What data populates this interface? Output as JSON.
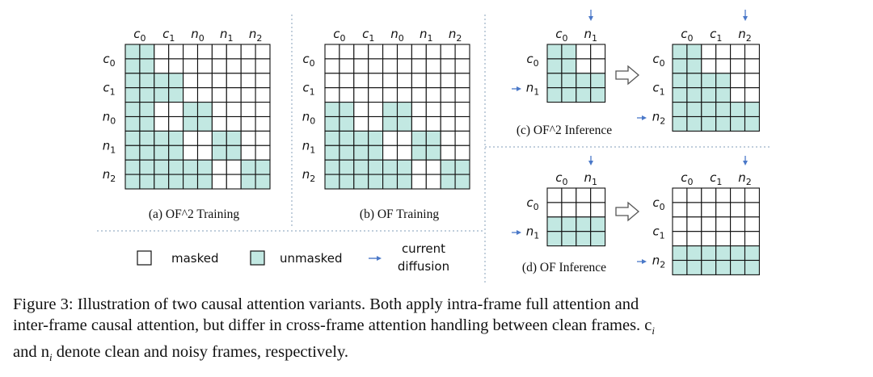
{
  "colors": {
    "unmasked": "#c2e8e2",
    "masked": "#ffffff",
    "grid_line": "#111111",
    "divider": "#9bb0c6",
    "arrow": "#4a78c8"
  },
  "labels": {
    "c0": "c",
    "c0_sub": "0",
    "c1": "c",
    "c1_sub": "1",
    "n0": "n",
    "n0_sub": "0",
    "n1": "n",
    "n1_sub": "1",
    "n2": "n",
    "n2_sub": "2"
  },
  "panels": {
    "a": {
      "caption": "(a) OF^2 Training"
    },
    "b": {
      "caption": "(b) OF Training"
    },
    "c": {
      "caption": "(c) OF^2 Inference"
    },
    "d": {
      "caption": "(d) OF Inference"
    }
  },
  "legend": {
    "masked": "masked",
    "unmasked": "unmasked",
    "current_line1": "current",
    "current_line2": "diffusion"
  },
  "figure_caption": {
    "line1": "Figure 3: Illustration of two causal attention variants.  Both apply intra-frame full attention and",
    "line2": "inter-frame causal attention, but differ in cross-frame attention handling between clean frames. c",
    "line2_sub": "i",
    "line3_pre": "and n",
    "line3_sub": "i",
    "line3_post": " denote clean and noisy frames, respectively."
  },
  "matrices": {
    "a_training": [
      [
        1,
        1,
        0,
        0,
        0,
        0,
        0,
        0,
        0,
        0
      ],
      [
        1,
        1,
        0,
        0,
        0,
        0,
        0,
        0,
        0,
        0
      ],
      [
        1,
        1,
        1,
        1,
        0,
        0,
        0,
        0,
        0,
        0
      ],
      [
        1,
        1,
        1,
        1,
        0,
        0,
        0,
        0,
        0,
        0
      ],
      [
        1,
        1,
        0,
        0,
        1,
        1,
        0,
        0,
        0,
        0
      ],
      [
        1,
        1,
        0,
        0,
        1,
        1,
        0,
        0,
        0,
        0
      ],
      [
        1,
        1,
        1,
        1,
        0,
        0,
        1,
        1,
        0,
        0
      ],
      [
        1,
        1,
        1,
        1,
        0,
        0,
        1,
        1,
        0,
        0
      ],
      [
        1,
        1,
        1,
        1,
        1,
        1,
        0,
        0,
        1,
        1
      ],
      [
        1,
        1,
        1,
        1,
        1,
        1,
        0,
        0,
        1,
        1
      ]
    ],
    "b_training": [
      [
        0,
        0,
        0,
        0,
        0,
        0,
        0,
        0,
        0,
        0
      ],
      [
        0,
        0,
        0,
        0,
        0,
        0,
        0,
        0,
        0,
        0
      ],
      [
        0,
        0,
        0,
        0,
        0,
        0,
        0,
        0,
        0,
        0
      ],
      [
        0,
        0,
        0,
        0,
        0,
        0,
        0,
        0,
        0,
        0
      ],
      [
        1,
        1,
        0,
        0,
        1,
        1,
        0,
        0,
        0,
        0
      ],
      [
        1,
        1,
        0,
        0,
        1,
        1,
        0,
        0,
        0,
        0
      ],
      [
        1,
        1,
        1,
        1,
        0,
        0,
        1,
        1,
        0,
        0
      ],
      [
        1,
        1,
        1,
        1,
        0,
        0,
        1,
        1,
        0,
        0
      ],
      [
        1,
        1,
        1,
        1,
        1,
        1,
        0,
        0,
        1,
        1
      ],
      [
        1,
        1,
        1,
        1,
        1,
        1,
        0,
        0,
        1,
        1
      ]
    ],
    "c_left": [
      [
        1,
        1,
        0,
        0
      ],
      [
        1,
        1,
        0,
        0
      ],
      [
        1,
        1,
        1,
        1
      ],
      [
        1,
        1,
        1,
        1
      ]
    ],
    "c_right": [
      [
        1,
        1,
        0,
        0,
        0,
        0
      ],
      [
        1,
        1,
        0,
        0,
        0,
        0
      ],
      [
        1,
        1,
        1,
        1,
        0,
        0
      ],
      [
        1,
        1,
        1,
        1,
        0,
        0
      ],
      [
        1,
        1,
        1,
        1,
        1,
        1
      ],
      [
        1,
        1,
        1,
        1,
        1,
        1
      ]
    ],
    "d_left": [
      [
        0,
        0,
        0,
        0
      ],
      [
        0,
        0,
        0,
        0
      ],
      [
        1,
        1,
        1,
        1
      ],
      [
        1,
        1,
        1,
        1
      ]
    ],
    "d_right": [
      [
        0,
        0,
        0,
        0,
        0,
        0
      ],
      [
        0,
        0,
        0,
        0,
        0,
        0
      ],
      [
        0,
        0,
        0,
        0,
        0,
        0
      ],
      [
        0,
        0,
        0,
        0,
        0,
        0
      ],
      [
        1,
        1,
        1,
        1,
        1,
        1
      ],
      [
        1,
        1,
        1,
        1,
        1,
        1
      ]
    ]
  }
}
